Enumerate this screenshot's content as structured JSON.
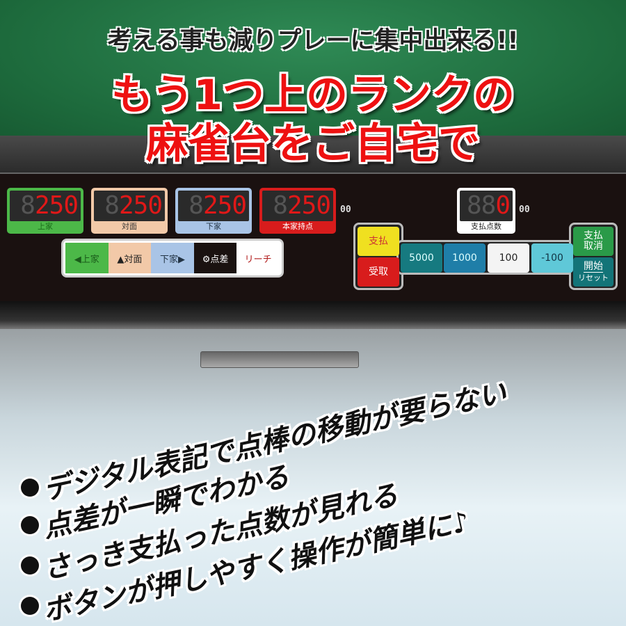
{
  "headline": {
    "line1": "考える事も減りプレーに集中出来る!!",
    "line2": "もう1つ上のランクの",
    "line3": "麻雀台をご自宅で"
  },
  "displays": [
    {
      "value": "250",
      "ghost": "8",
      "label": "上家",
      "color": "#4cb848",
      "label_color": "#1a6a1a"
    },
    {
      "value": "250",
      "ghost": "8",
      "label": "対面",
      "color": "#f2c9a8",
      "label_color": "#333"
    },
    {
      "value": "250",
      "ghost": "8",
      "label": "下家",
      "color": "#a9c4e6",
      "label_color": "#234"
    },
    {
      "value": "250",
      "ghost": "8",
      "label": "本家持点",
      "color": "#d81c1c",
      "label_color": "#fff"
    }
  ],
  "suffix": "00",
  "direction_buttons": [
    {
      "label": "◀上家",
      "bg": "#4cb848",
      "fg": "#1a5a1a"
    },
    {
      "label": "▲対面",
      "bg": "#f2c9a8",
      "fg": "#222"
    },
    {
      "label": "下家▶",
      "bg": "#a9c4e6",
      "fg": "#234"
    },
    {
      "label": "⚙点差",
      "bg": "#1a1210",
      "fg": "#fff"
    },
    {
      "label": "リーチ",
      "bg": "#ffffff",
      "fg": "#b01818"
    }
  ],
  "payment_display": {
    "ghost": "88",
    "value": "0",
    "label": "支払点数",
    "suffix": "00"
  },
  "payment_buttons": {
    "pay": "支払",
    "receive": "受取",
    "amounts": [
      "5000",
      "1000",
      "100",
      "-100"
    ],
    "cancel": "支払\n取消",
    "start": "開始",
    "reset": "リセット"
  },
  "features": [
    "デジタル表記で点棒の移動が要らない",
    "点差が一瞬でわかる",
    "さっき支払った点数が見れる",
    "ボタンが押しやすく操作が簡単に♪"
  ]
}
